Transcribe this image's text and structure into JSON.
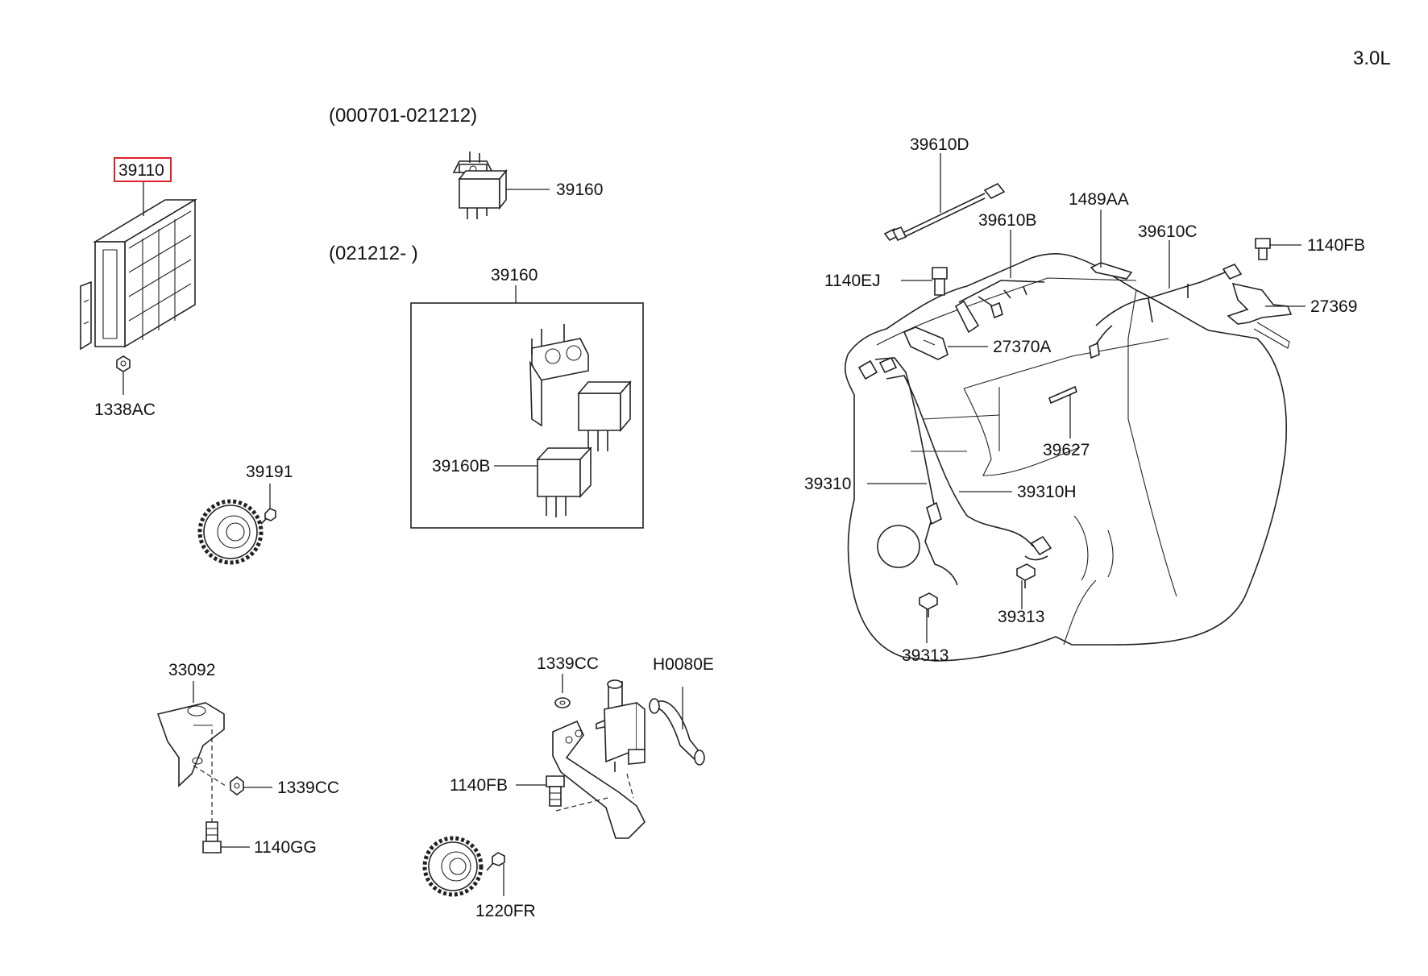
{
  "diagram": {
    "engine": "3.0L",
    "date_ranges": {
      "early": "(000701-021212)",
      "late": "(021212- )"
    },
    "highlight_color": "#e0202a",
    "labels": {
      "p39110": "39110",
      "p1338AC": "1338AC",
      "p39160_early": "39160",
      "p39160_late": "39160",
      "p39160B": "39160B",
      "p39191": "39191",
      "p33092": "33092",
      "p1339CC_a": "1339CC",
      "p1140GG": "1140GG",
      "p1339CC_b": "1339CC",
      "pH0080E": "H0080E",
      "p1140FB_a": "1140FB",
      "p1220FR": "1220FR",
      "p39610D": "39610D",
      "p1489AA": "1489AA",
      "p39610B": "39610B",
      "p39610C": "39610C",
      "p1140FB_b": "1140FB",
      "p1140EJ": "1140EJ",
      "p27369": "27369",
      "p27370A": "27370A",
      "p39627": "39627",
      "p39310": "39310",
      "p39310H": "39310H",
      "p39313_a": "39313",
      "p39313_b": "39313"
    }
  }
}
